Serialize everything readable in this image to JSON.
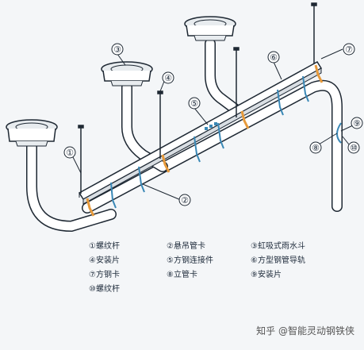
{
  "colors": {
    "pipe_fill": "#ffffff",
    "pipe_stroke": "#1e2833",
    "clamp_blue": "#3a88b6",
    "clamp_orange": "#e79a3b",
    "leader": "#1e2833",
    "bg": "#f4f6f8"
  },
  "callouts": [
    "①",
    "②",
    "③",
    "④",
    "⑤",
    "⑥",
    "⑦",
    "⑧",
    "⑨",
    "⑩"
  ],
  "legend": [
    {
      "id": "1",
      "text": "①螺纹杆"
    },
    {
      "id": "2",
      "text": "②悬吊管卡"
    },
    {
      "id": "3",
      "text": "③虹吸式雨水斗"
    },
    {
      "id": "4",
      "text": "④安装片"
    },
    {
      "id": "5",
      "text": "⑤方钢连接件"
    },
    {
      "id": "6",
      "text": "⑥方型钢管导轨"
    },
    {
      "id": "7",
      "text": "⑦方钢卡"
    },
    {
      "id": "8",
      "text": "⑧立管卡"
    },
    {
      "id": "9",
      "text": "⑨安装片"
    },
    {
      "id": "10",
      "text": "⑩螺纹杆"
    }
  ],
  "watermark": "知乎 @智能灵动钢铁侠"
}
